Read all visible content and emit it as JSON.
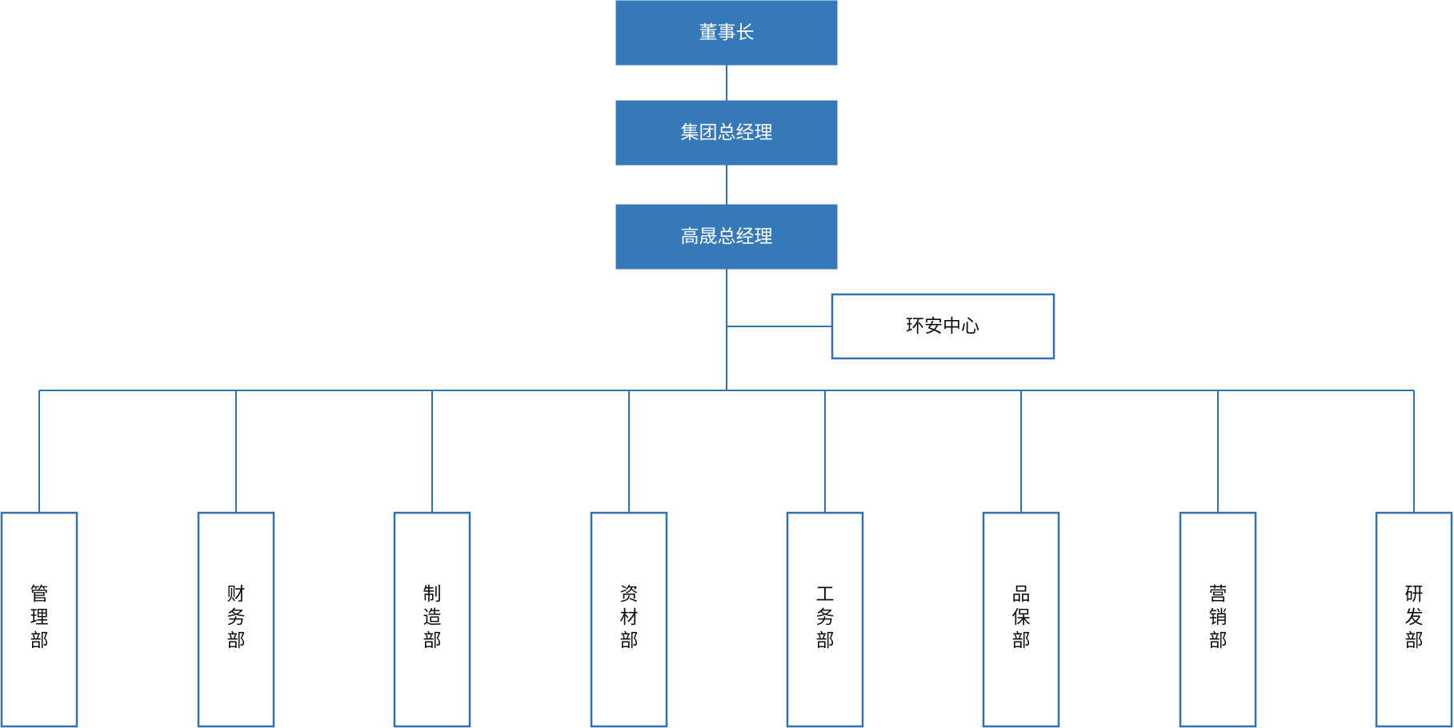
{
  "org_chart": {
    "chairman": "董事长",
    "group_gm": "集团总经理",
    "gaosheng_gm": "高晟总经理",
    "ehs_center": "环安中心",
    "departments": [
      [
        "管",
        "理",
        "部"
      ],
      [
        "财",
        "务",
        "部"
      ],
      [
        "制",
        "造",
        "部"
      ],
      [
        "资",
        "材",
        "部"
      ],
      [
        "工",
        "务",
        "部"
      ],
      [
        "品",
        "保",
        "部"
      ],
      [
        "营",
        "销",
        "部"
      ],
      [
        "研",
        "发",
        "部"
      ]
    ]
  },
  "colors": {
    "filled_box": "#3579b8",
    "filled_text": "#ffffff",
    "outline": "#3270b0",
    "line": "#3270b0",
    "text": "#111111"
  }
}
